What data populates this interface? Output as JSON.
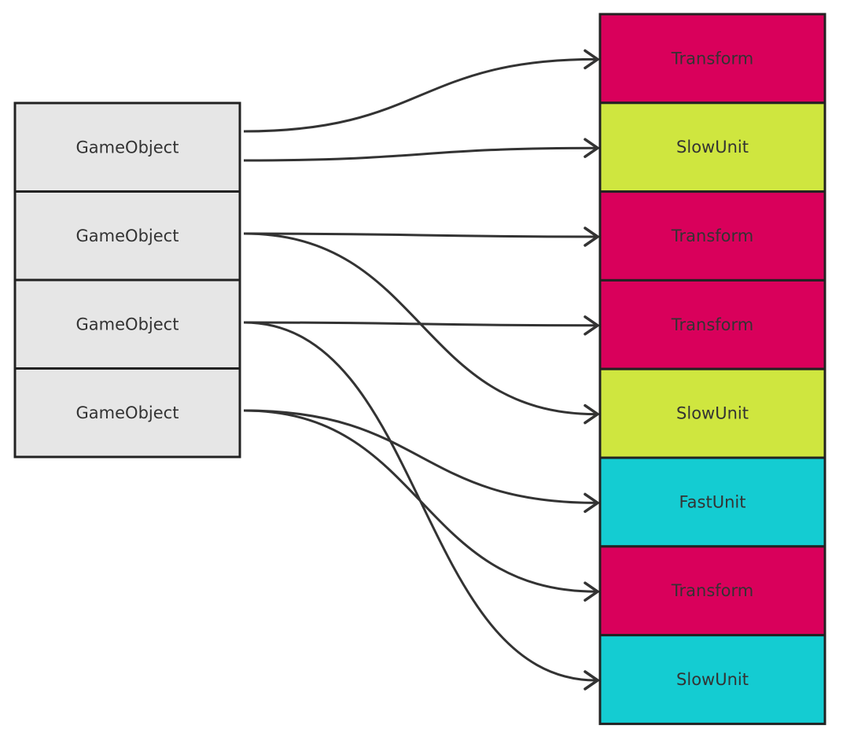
{
  "diagram": {
    "left_nodes": [
      {
        "label": "GameObject"
      },
      {
        "label": "GameObject"
      },
      {
        "label": "GameObject"
      },
      {
        "label": "GameObject"
      }
    ],
    "right_nodes": [
      {
        "label": "Transform",
        "color": "#d9005b"
      },
      {
        "label": "SlowUnit",
        "color": "#cfe63f"
      },
      {
        "label": "Transform",
        "color": "#d9005b"
      },
      {
        "label": "Transform",
        "color": "#d9005b"
      },
      {
        "label": "SlowUnit",
        "color": "#cfe63f"
      },
      {
        "label": "FastUnit",
        "color": "#14ccd2"
      },
      {
        "label": "Transform",
        "color": "#d9005b"
      },
      {
        "label": "SlowUnit",
        "color": "#14ccd2"
      }
    ],
    "edges": [
      {
        "from": 0,
        "to": 0
      },
      {
        "from": 0,
        "to": 1
      },
      {
        "from": 1,
        "to": 2
      },
      {
        "from": 1,
        "to": 4
      },
      {
        "from": 2,
        "to": 3
      },
      {
        "from": 2,
        "to": 7
      },
      {
        "from": 3,
        "to": 5
      },
      {
        "from": 3,
        "to": 6
      }
    ]
  }
}
